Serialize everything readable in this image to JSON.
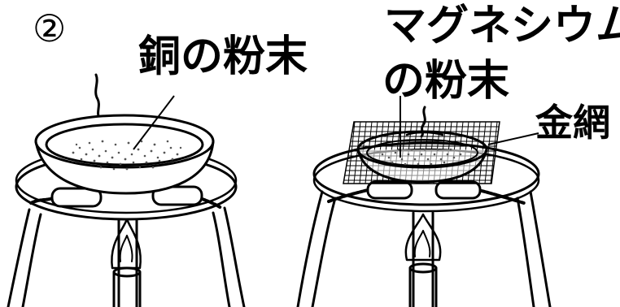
{
  "labels": {
    "step_number": "②",
    "copper_powder": "銅の粉末",
    "magnesium_powder_line1": "マグネシウム",
    "magnesium_powder_line2": "の粉末",
    "wire_gauze": "金網"
  },
  "colors": {
    "line": "#000000",
    "background": "#ffffff",
    "particle": "#555555"
  },
  "icons": {
    "left_setup": "tripod-with-evaporating-dish-icon",
    "right_setup": "tripod-with-wire-gauze-and-dish-icon"
  }
}
